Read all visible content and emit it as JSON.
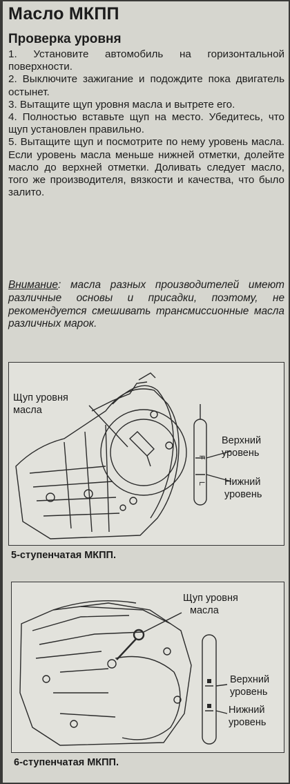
{
  "title": "Масло МКПП",
  "subtitle": "Проверка уровня",
  "steps": [
    "1. Установите автомобиль на горизонтальной поверхности.",
    "2. Выключите зажигание и подождите пока двигатель остынет.",
    "3. Вытащите щуп уровня масла и вытрете его.",
    "4. Полностью вставьте щуп на место. Убедитесь, что щуп установлен правильно.",
    "5. Вытащите щуп и посмотрите по нему уровень масла. Если уровень масла меньше нижней отметки, долейте масло до верхней отметки. Доливать следует масло, того же производителя, вязкости и качества, что было залито."
  ],
  "warning": {
    "label": "Внимание",
    "text": ": масла разных производителей имеют различные основы и присадки, поэтому, не рекомендуется смешивать трансмиссионные масла различных марок."
  },
  "figure1": {
    "dipstick_label_line1": "Щуп уровня",
    "dipstick_label_line2": "масла",
    "upper_label_line1": "Верхний",
    "upper_label_line2": "уровень",
    "lower_label_line1": "Нижний",
    "lower_label_line2": "уровень",
    "mark_f": "F",
    "mark_l": "L",
    "caption": "5-ступенчатая МКПП."
  },
  "figure2": {
    "dipstick_label_line1": "Щуп уровня",
    "dipstick_label_line2": "масла",
    "upper_label_line1": "Верхний",
    "upper_label_line2": "уровень",
    "lower_label_line1": "Нижний",
    "lower_label_line2": "уровень",
    "caption": "6-ступенчатая МКПП."
  }
}
